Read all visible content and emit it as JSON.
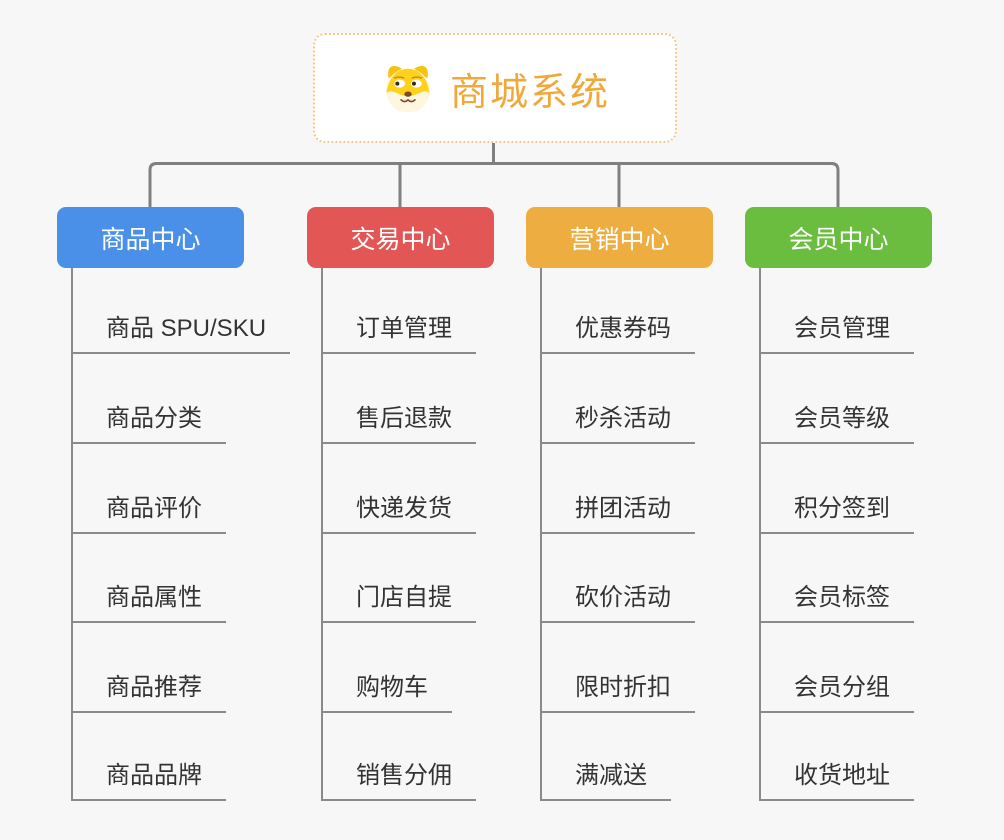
{
  "root": {
    "title": "商城系统",
    "icon": "dog-face-icon",
    "title_color": "#F0A83B",
    "border_color": "#F5C98E"
  },
  "connector_color": "#808080",
  "branches": [
    {
      "label": "商品中心",
      "color": "#4A90E8",
      "items": [
        "商品 SPU/SKU",
        "商品分类",
        "商品评价",
        "商品属性",
        "商品推荐",
        "商品品牌"
      ]
    },
    {
      "label": "交易中心",
      "color": "#E25756",
      "items": [
        "订单管理",
        "售后退款",
        "快递发货",
        "门店自提",
        "购物车",
        "销售分佣"
      ]
    },
    {
      "label": "营销中心",
      "color": "#EEAD40",
      "items": [
        "优惠券码",
        "秒杀活动",
        "拼团活动",
        "砍价活动",
        "限时折扣",
        "满减送"
      ]
    },
    {
      "label": "会员中心",
      "color": "#6ABD3E",
      "items": [
        "会员管理",
        "会员等级",
        "积分签到",
        "会员标签",
        "会员分组",
        "收货地址"
      ]
    }
  ]
}
